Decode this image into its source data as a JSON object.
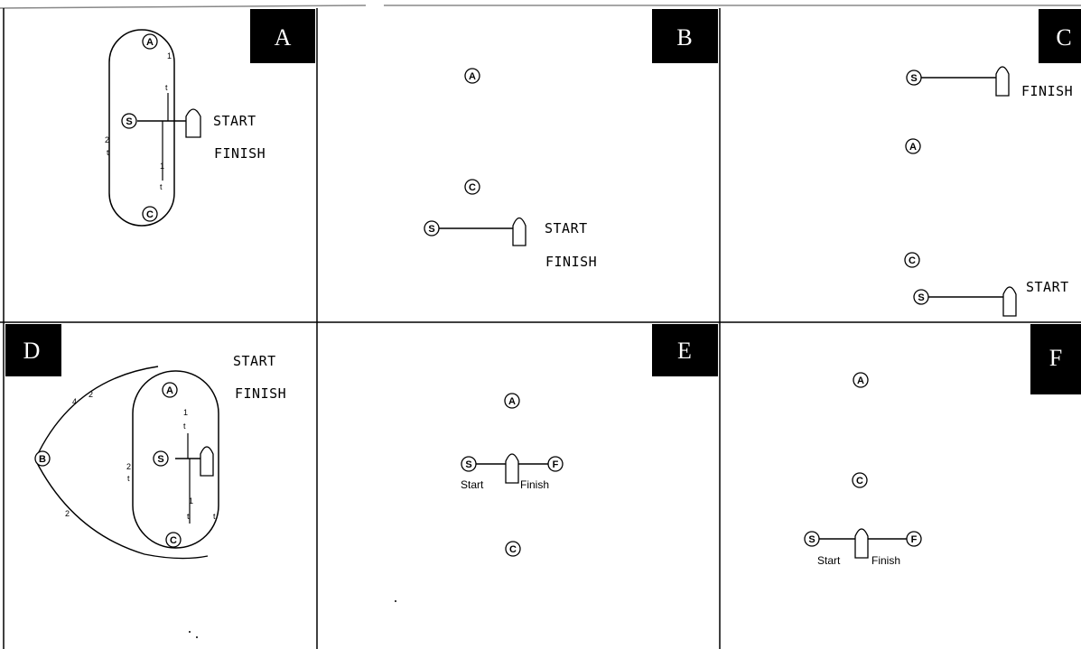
{
  "panels": {
    "A": {
      "label": "A",
      "start": "START",
      "finish": "FINISH",
      "nodes": {
        "a": "A",
        "s": "S",
        "c": "C"
      },
      "marks": [
        "t",
        "t",
        "t",
        "1",
        "1",
        "2"
      ]
    },
    "B": {
      "label": "B",
      "start": "START",
      "finish": "FINISH",
      "nodes": {
        "a": "A",
        "s": "S",
        "c": "C"
      }
    },
    "C": {
      "label": "C",
      "start": "START",
      "finish": "FINISH",
      "nodes": {
        "a": "A",
        "s1": "S",
        "s2": "S",
        "c": "C"
      }
    },
    "D": {
      "label": "D",
      "start": "START",
      "finish": "FINISH",
      "nodes": {
        "a": "A",
        "s": "S",
        "c": "C",
        "b": "B"
      },
      "marks": [
        "t",
        "t",
        "t",
        "t",
        "1",
        "1",
        "2",
        "2",
        "2",
        "4"
      ]
    },
    "E": {
      "label": "E",
      "start": "Start",
      "finish": "Finish",
      "nodes": {
        "a": "A",
        "s": "S",
        "f": "F",
        "c": "C"
      }
    },
    "F": {
      "label": "F",
      "start": "Start",
      "finish": "Finish",
      "nodes": {
        "a": "A",
        "c": "C",
        "s": "S",
        "f": "F"
      }
    }
  }
}
